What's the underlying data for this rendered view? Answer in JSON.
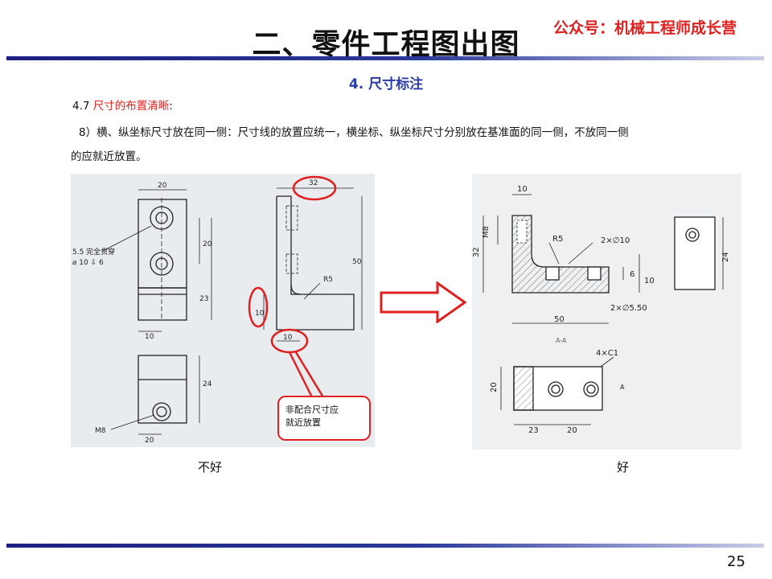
{
  "header": {
    "title": "二、零件工程图出图",
    "watermark": "公众号：机械工程师成长营"
  },
  "section": {
    "title": "4. 尺寸标注"
  },
  "content": {
    "index_number": "4.7",
    "index_label": "尺寸的布置清晰",
    "index_colon": ":",
    "rule_line1": "8）横、纵坐标尺寸放在同一侧：尺寸线的放置应统一，横坐标、纵坐标尺寸分别放在基准面的同一侧，不放同一侧",
    "rule_line2": "的应就近放置。"
  },
  "figure_bad": {
    "caption": "不好",
    "callout_line1": "非配合尺寸应",
    "callout_line2": "就近放置",
    "dims": {
      "top_width": "20",
      "hole_note_line1": "5.5 完全贯穿",
      "hole_note_line2": "⌀ 10 ⇩ 6",
      "spacing_20": "20",
      "height_23": "23",
      "bottom_10": "10",
      "side_32": "32",
      "side_50": "50",
      "radius": "R5",
      "side_10_left": "10",
      "side_10_bottom": "10",
      "bottom_view_24": "24",
      "thread": "M8",
      "bottom_view_20": "20"
    }
  },
  "figure_good": {
    "caption": "好",
    "dims": {
      "top_10": "10",
      "thread": "M8",
      "height_32": "32",
      "radius": "R5",
      "holes_10": "2×∅10",
      "dim_6": "6",
      "dim_10": "10",
      "holes_5_50": "2×∅5.50",
      "width_50": "50",
      "section_label": "A-A",
      "chamfer": "4×C1",
      "side_24": "24",
      "plan_20": "20",
      "plan_23": "23",
      "plan_20b": "20",
      "arrow_a": "A"
    }
  },
  "footer": {
    "page_number": "25"
  },
  "colors": {
    "accent_red": "#e02020",
    "section_blue": "#2a3aa8",
    "rule_navy": "#1c2080"
  }
}
